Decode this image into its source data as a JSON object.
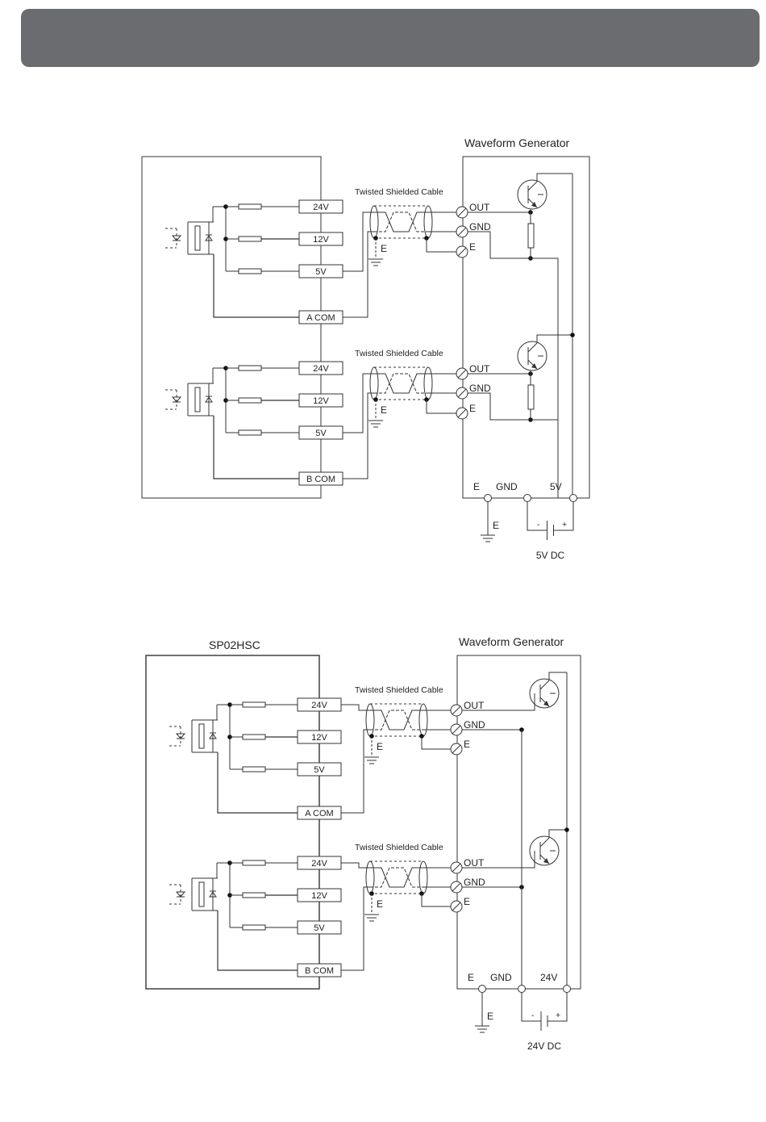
{
  "header": {
    "bar_color": "#6b6c70"
  },
  "diagrams": [
    {
      "left_title": "",
      "right_title": "Waveform Generator",
      "channels": [
        {
          "inputs": [
            "24V",
            "12V",
            "5V"
          ],
          "common": "A COM",
          "cable": "Twisted Shielded Cable",
          "terms": [
            "OUT",
            "GND",
            "E"
          ],
          "shield_label": "E"
        },
        {
          "inputs": [
            "24V",
            "12V",
            "5V"
          ],
          "common": "B COM",
          "cable": "Twisted Shielded Cable",
          "terms": [
            "OUT",
            "GND",
            "E"
          ],
          "shield_label": "E"
        }
      ],
      "bottom_terms": [
        "E",
        "GND",
        "5V"
      ],
      "earth_label": "E",
      "psu": {
        "minus": "-",
        "plus": "+",
        "label": "5V DC"
      }
    },
    {
      "left_title": "SP02HSC",
      "right_title": "Waveform Generator",
      "channels": [
        {
          "inputs": [
            "24V",
            "12V",
            "5V"
          ],
          "common": "A COM",
          "cable": "Twisted Shielded Cable",
          "terms": [
            "OUT",
            "GND",
            "E"
          ],
          "shield_label": "E"
        },
        {
          "inputs": [
            "24V",
            "12V",
            "5V"
          ],
          "common": "B COM",
          "cable": "Twisted Shielded Cable",
          "terms": [
            "OUT",
            "GND",
            "E"
          ],
          "shield_label": "E"
        }
      ],
      "bottom_terms": [
        "E",
        "GND",
        "24V"
      ],
      "earth_label": "E",
      "psu": {
        "minus": "-",
        "plus": "+",
        "label": "24V DC"
      }
    }
  ]
}
